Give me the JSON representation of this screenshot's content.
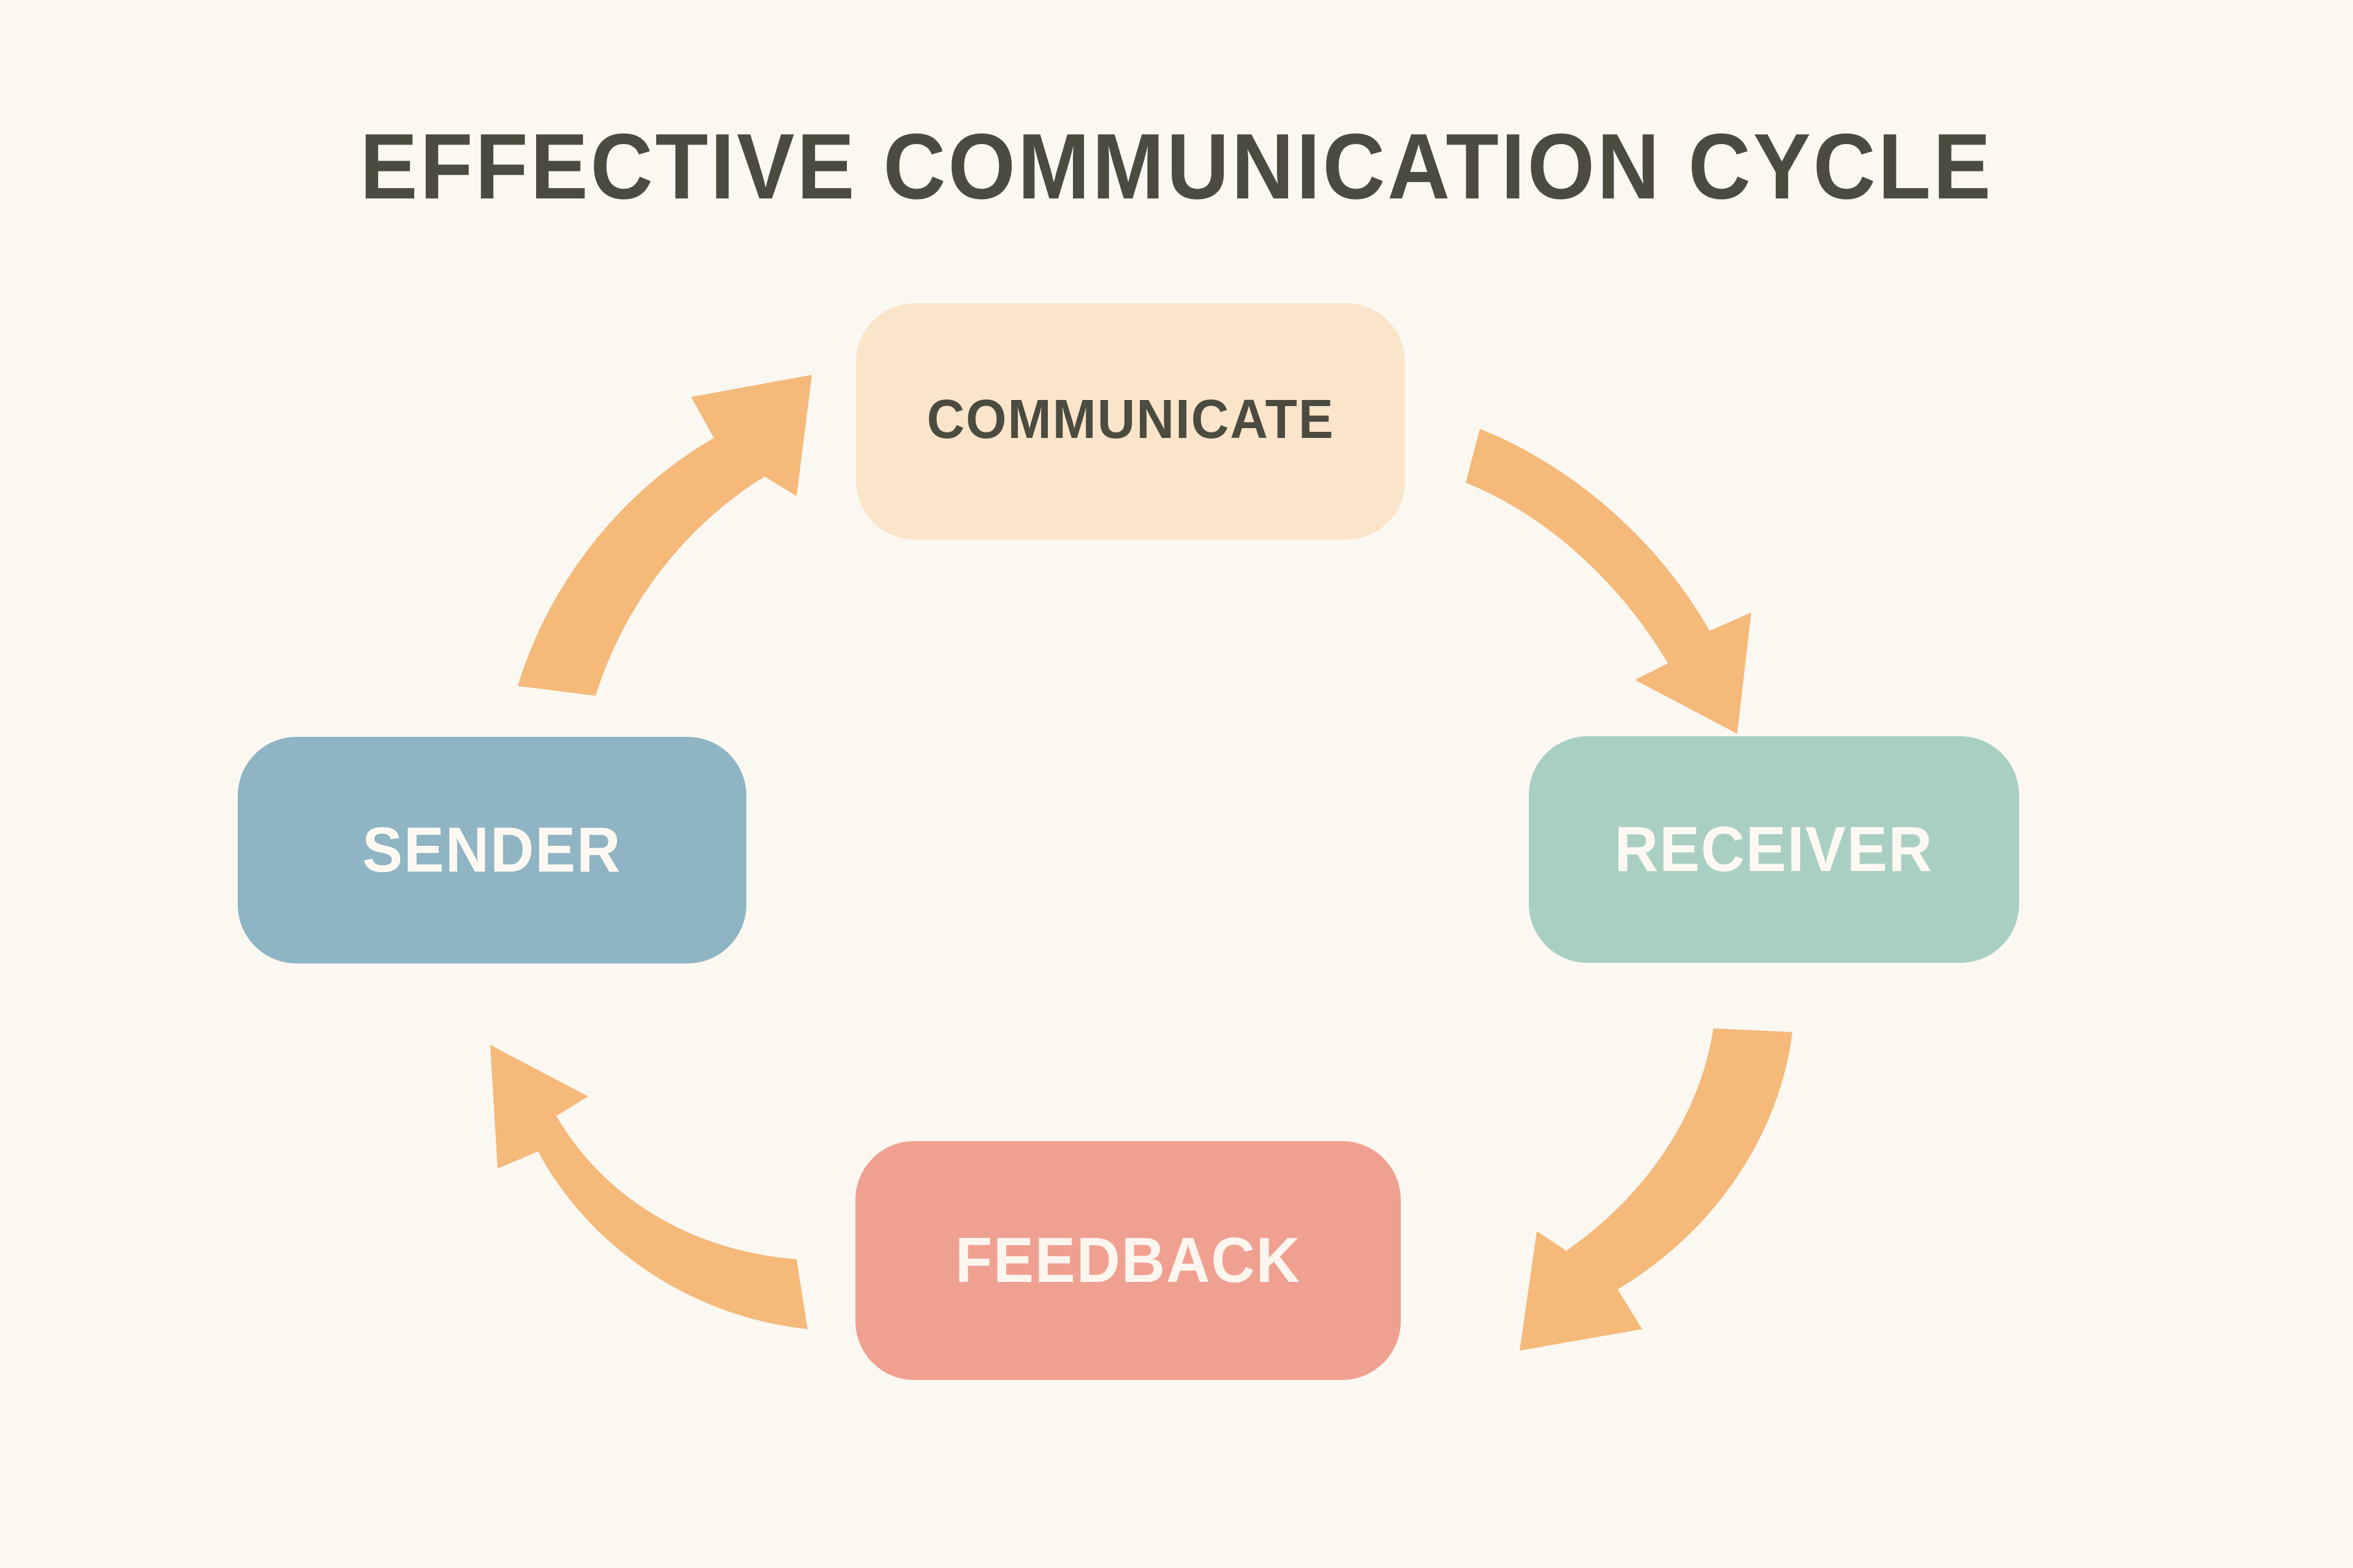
{
  "page": {
    "title": "EFFECTIVE COMMUNICATION CYCLE",
    "background_color": "#fbf8f2",
    "title_color": "#4b4b40"
  },
  "diagram": {
    "type": "cycle",
    "arrow_color": "#f5b97a",
    "nodes": [
      {
        "id": "communicate",
        "label": "COMMUNICATE",
        "position": "top",
        "fill_color": "#fae5ca",
        "text_color": "#4b4b40"
      },
      {
        "id": "receiver",
        "label": "RECEIVER",
        "position": "right",
        "fill_color": "#a9cfc2",
        "text_color": "#fdf9f2"
      },
      {
        "id": "feedback",
        "label": "FEEDBACK",
        "position": "bottom",
        "fill_color": "#f0a091",
        "text_color": "#fdf6ef"
      },
      {
        "id": "sender",
        "label": "SENDER",
        "position": "left",
        "fill_color": "#8fb4c3",
        "text_color": "#fdf9f2"
      }
    ],
    "connectors": [
      {
        "id": "communicate-to-receiver",
        "from": "communicate",
        "to": "receiver",
        "direction": "clockwise"
      },
      {
        "id": "receiver-to-feedback",
        "from": "receiver",
        "to": "feedback",
        "direction": "clockwise"
      },
      {
        "id": "feedback-to-sender",
        "from": "feedback",
        "to": "sender",
        "direction": "clockwise"
      },
      {
        "id": "sender-to-communicate",
        "from": "sender",
        "to": "communicate",
        "direction": "clockwise"
      }
    ]
  }
}
